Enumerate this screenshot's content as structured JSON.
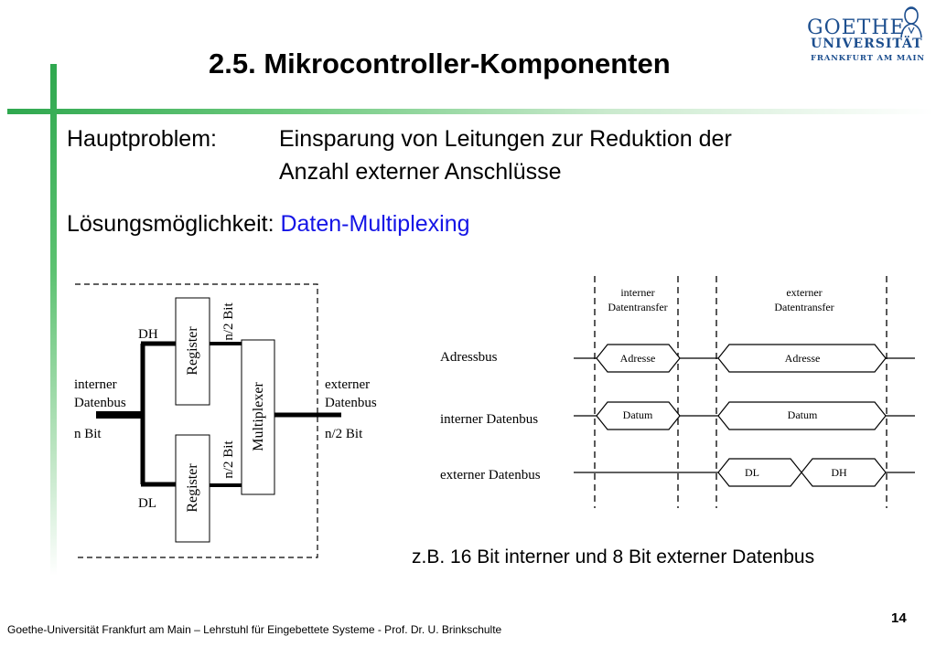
{
  "title": "2.5. Mikrocontroller-Komponenten",
  "logo": {
    "line1": "GOETHE",
    "line2": "UNIVERSITÄT",
    "line3": "FRANKFURT AM MAIN"
  },
  "problem": {
    "label": "Hauptproblem:",
    "text_line1": "Einsparung von Leitungen zur Reduktion der",
    "text_line2": "Anzahl externer Anschlüsse"
  },
  "solution": {
    "label": "Lösungsmöglichkeit:",
    "value": "Daten-Multiplexing"
  },
  "block_diagram": {
    "dh": "DH",
    "dl": "DL",
    "register": "Register",
    "half_bits": "n/2 Bit",
    "multiplexer": "Multiplexer",
    "internal_bus_line1": "interner",
    "internal_bus_line2": "Datenbus",
    "internal_bus_width": "n Bit",
    "external_bus_line1": "externer",
    "external_bus_line2": "Datenbus",
    "external_bus_width": "n/2 Bit"
  },
  "timing_diagram": {
    "phase_internal_line1": "interner",
    "phase_internal_line2": "Datentransfer",
    "phase_external_line1": "externer",
    "phase_external_line2": "Datentransfer",
    "row_address": "Adressbus",
    "row_internal": "interner Datenbus",
    "row_external": "externer Datenbus",
    "address": "Adresse",
    "datum": "Datum",
    "dl": "DL",
    "dh": "DH"
  },
  "example": "z.B. 16 Bit interner und 8 Bit externer Datenbus",
  "footer": "Goethe-Universität Frankfurt am Main – Lehrstuhl für Eingebettete Systeme - Prof. Dr. U. Brinkschulte",
  "page_number": "14",
  "colors": {
    "accent_green": "#2fa84f",
    "highlight_blue": "#1414e6",
    "logo_blue": "#1d4f8f"
  }
}
